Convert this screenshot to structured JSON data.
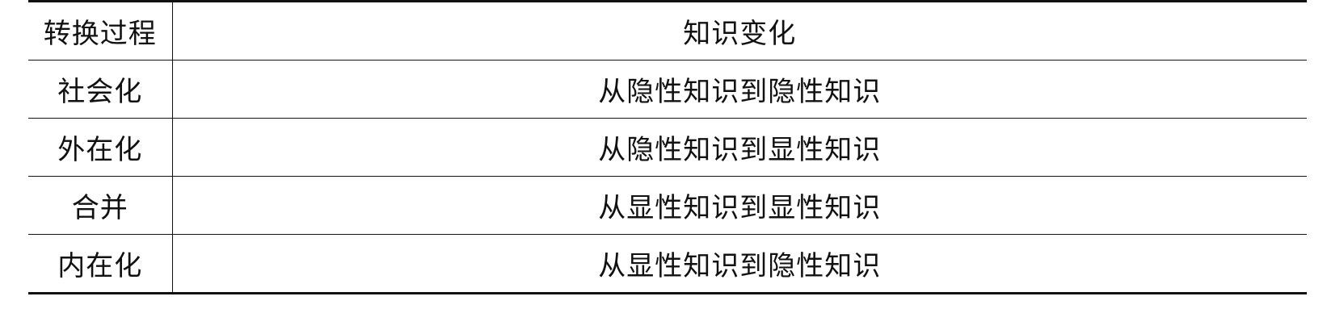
{
  "table": {
    "headers": [
      "转换过程",
      "知识变化"
    ],
    "rows": [
      [
        "社会化",
        "从隐性知识到隐性知识"
      ],
      [
        "外在化",
        "从隐性知识到显性知识"
      ],
      [
        "合并",
        "从显性知识到显性知识"
      ],
      [
        "内在化",
        "从显性知识到隐性知识"
      ]
    ]
  }
}
